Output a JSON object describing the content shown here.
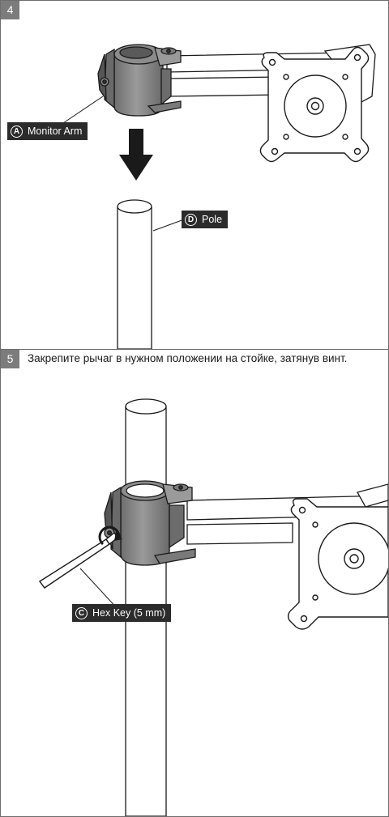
{
  "steps": [
    {
      "number": "4",
      "text": ""
    },
    {
      "number": "5",
      "text": "Закрепите рычаг в нужном положении на стойке, затянув винт."
    }
  ],
  "callouts": {
    "monitor_arm": {
      "letter": "A",
      "label": "Monitor Arm"
    },
    "pole": {
      "letter": "D",
      "label": "Pole"
    },
    "hex_key": {
      "letter": "C",
      "label": "Hex Key (5 mm)"
    }
  },
  "colors": {
    "border": "#6d6d6d",
    "callout_bg": "#2b2b2b",
    "clamp_grey": "#8a8a8a",
    "clamp_dark": "#555555",
    "step_badge": "#7c7c7c"
  }
}
